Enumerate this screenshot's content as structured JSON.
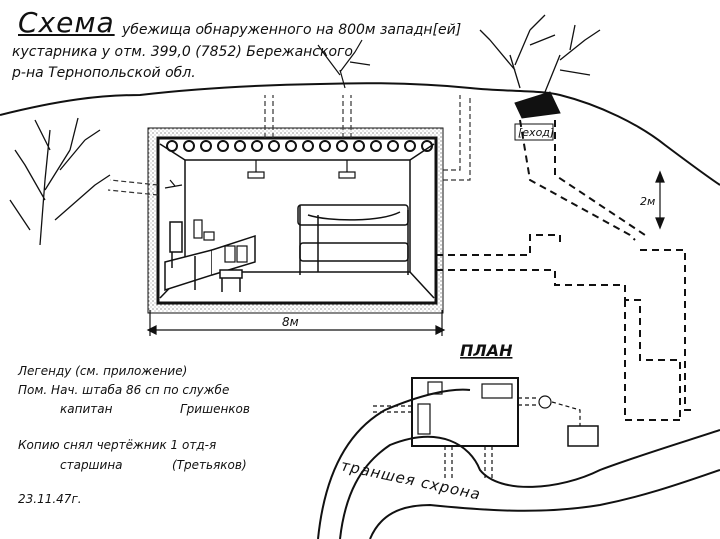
{
  "header": {
    "title_word": "Схема",
    "title_line1": "убежища обнаруженного на 800м западн[ей]",
    "title_line2": "кустарника у отм. 399,0 (7852) Бережанского",
    "title_line3": "р-на Тернопольской обл."
  },
  "section": {
    "exit_label": "[exод]",
    "depth_label": "2м",
    "width_label": "8м"
  },
  "plan": {
    "title": "ПЛАН",
    "trench_label": "траншея схрона"
  },
  "notes": {
    "legend": "Легенду (см. приложение)",
    "author_line": "Пом. Нач. штаба 86 сп по службе",
    "author_rank": "капитан",
    "author_name": "Гришенков",
    "copy_line": "Копию снял чертёжник 1 отд-я",
    "copy_rank": "старшина",
    "copy_name": "(Третьяков)",
    "date": "23.11.47г."
  },
  "colors": {
    "ink": "#111111",
    "paper": "#ffffff",
    "exit_fill": "#111111"
  }
}
